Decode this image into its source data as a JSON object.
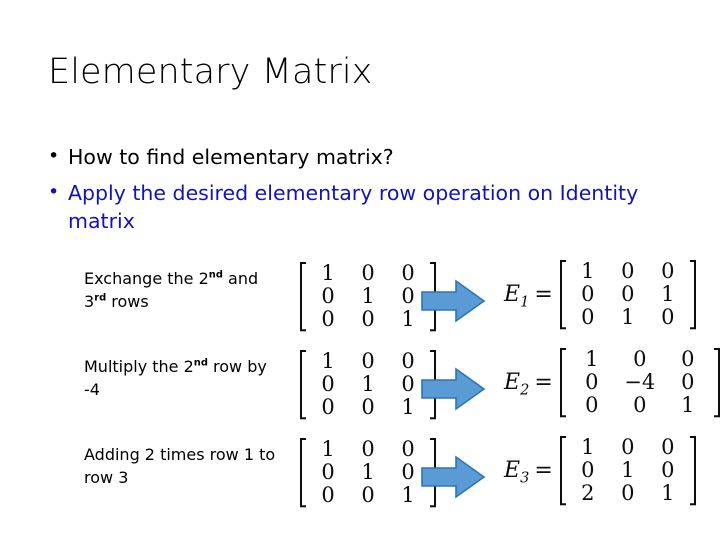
{
  "slide": {
    "title": "Elementary Matrix",
    "bullets": [
      {
        "marker": "•",
        "text": "How to find elementary matrix?",
        "color": "#000000"
      },
      {
        "marker": "•",
        "text": "Apply the desired elementary row operation on Identity matrix",
        "color": "#1414b4"
      }
    ],
    "accent_blue": "#1414b4",
    "arrow_fill": "#5b9bd5",
    "arrow_stroke": "#2e75b6",
    "rows": [
      {
        "label_lead": "Exchange the 2",
        "label_sup": "nd",
        "label_tail": " and 3",
        "label_sup2": "rd",
        "label_tail2": " rows",
        "label_plain": "Exchange the 2nd and 3rd rows",
        "source_matrix": [
          [
            "1",
            "0",
            "0"
          ],
          [
            "0",
            "1",
            "0"
          ],
          [
            "0",
            "0",
            "1"
          ]
        ],
        "result_name": "E",
        "result_sub": "1",
        "equals": "=",
        "result_matrix": [
          [
            "1",
            "0",
            "0"
          ],
          [
            "0",
            "0",
            "1"
          ],
          [
            "0",
            "1",
            "0"
          ]
        ],
        "arrow": "right-arrow-icon"
      },
      {
        "label_lead": "Multiply the 2",
        "label_sup": "nd",
        "label_tail": " row by -4",
        "label_sup2": "",
        "label_tail2": "",
        "label_plain": "Multiply the 2nd row by -4",
        "source_matrix": [
          [
            "1",
            "0",
            "0"
          ],
          [
            "0",
            "1",
            "0"
          ],
          [
            "0",
            "0",
            "1"
          ]
        ],
        "result_name": "E",
        "result_sub": "2",
        "equals": "=",
        "result_matrix": [
          [
            "1",
            "0",
            "0"
          ],
          [
            "0",
            "−4",
            "0"
          ],
          [
            "0",
            "0",
            "1"
          ]
        ],
        "arrow": "right-arrow-icon"
      },
      {
        "label_lead": "Adding 2 times row 1 to row 3",
        "label_sup": "",
        "label_tail": "",
        "label_sup2": "",
        "label_tail2": "",
        "label_plain": "Adding 2 times row 1 to row 3",
        "source_matrix": [
          [
            "1",
            "0",
            "0"
          ],
          [
            "0",
            "1",
            "0"
          ],
          [
            "0",
            "0",
            "1"
          ]
        ],
        "result_name": "E",
        "result_sub": "3",
        "equals": "=",
        "result_matrix": [
          [
            "1",
            "0",
            "0"
          ],
          [
            "0",
            "1",
            "0"
          ],
          [
            "2",
            "0",
            "1"
          ]
        ],
        "arrow": "right-arrow-icon"
      }
    ]
  }
}
